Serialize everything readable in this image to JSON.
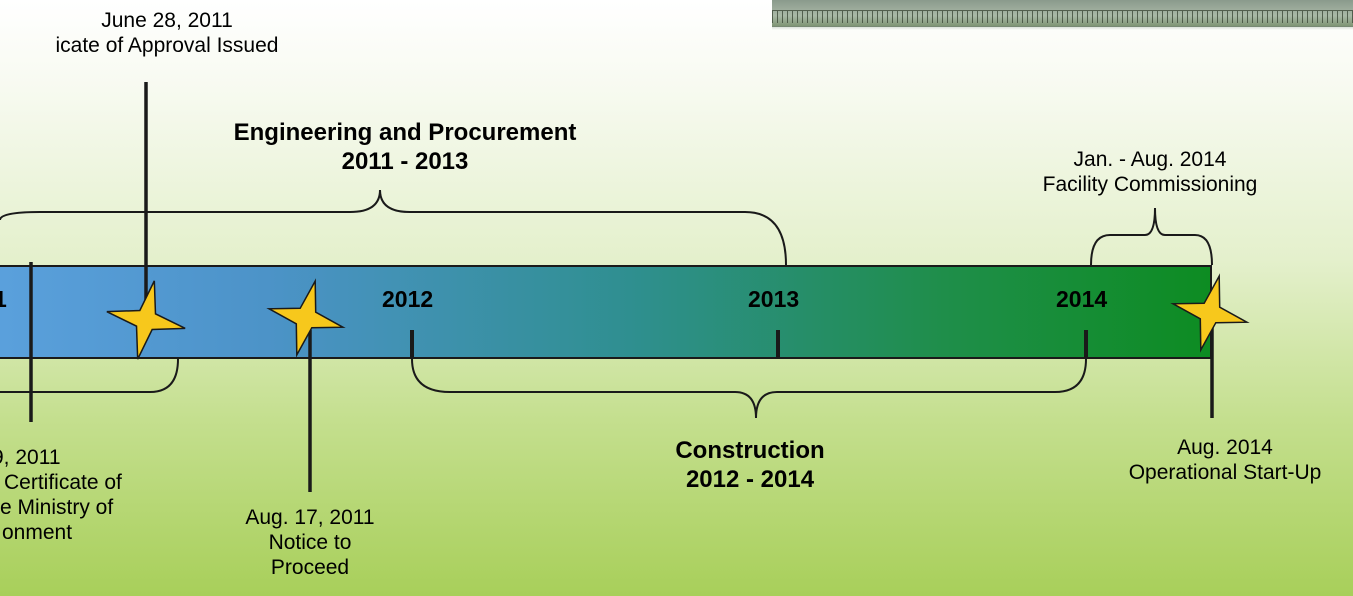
{
  "milestones": {
    "approval": {
      "date": "June 28, 2011",
      "text": "icate of Approval Issued"
    },
    "ministry": {
      "date": "9, 2011",
      "lines": [
        "Certificate of",
        "e Ministry of",
        "onment"
      ]
    },
    "notice": {
      "date": "Aug. 17, 2011",
      "lines": [
        "Notice to",
        "Proceed"
      ]
    },
    "startup": {
      "date": "Aug. 2014",
      "text": "Operational Start-Up"
    },
    "commissioning": {
      "date": "Jan. - Aug. 2014",
      "text": "Facility Commissioning"
    }
  },
  "phases": {
    "engineering": {
      "title": "Engineering and Procurement",
      "range": "2011 -  2013"
    },
    "construction": {
      "title": "Construction",
      "range": "2012 - 2014"
    }
  },
  "years": [
    "1",
    "2012",
    "2013",
    "2014"
  ],
  "colors": {
    "bar_start": "#5aa0dc",
    "bar_end": "#0d8c22",
    "star_fill": "#f7c81c",
    "line": "#1a1a1a"
  },
  "icons": [
    "star-icon"
  ]
}
